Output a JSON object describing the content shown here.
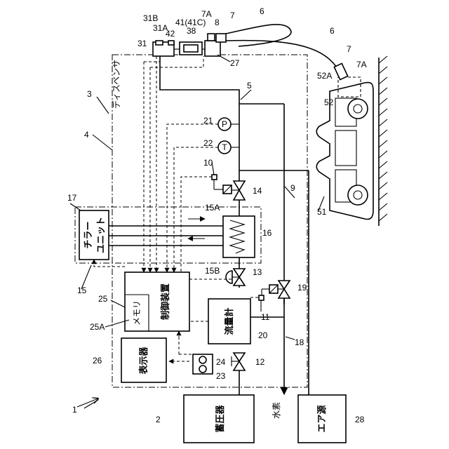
{
  "labels": {
    "n1": "1",
    "n2": "2",
    "n3": "3",
    "n4": "4",
    "n5": "5",
    "n6a": "6",
    "n6b": "6",
    "n7a": "7",
    "n7b": "7",
    "n7Aa": "7A",
    "n7Ab": "7A",
    "n8": "8",
    "n9": "9",
    "n10": "10",
    "n11": "11",
    "n12": "12",
    "n13": "13",
    "n14": "14",
    "n15": "15",
    "n15A": "15A",
    "n15B": "15B",
    "n16": "16",
    "n17": "17",
    "n18": "18",
    "n19": "19",
    "n20": "20",
    "n21": "21",
    "n22": "22",
    "n23": "23",
    "n24": "24",
    "n25": "25",
    "n25A": "25A",
    "n26": "26",
    "n27": "27",
    "n28": "28",
    "n31": "31",
    "n31A": "31A",
    "n31B": "31B",
    "n38": "38",
    "n41": "41(41C)",
    "n42": "42",
    "n51": "51",
    "n52": "52",
    "n52A": "52A",
    "P": "P",
    "T": "T"
  },
  "components": {
    "dispenser": "ディスペンサ",
    "chiller_line1": "チラー",
    "chiller_line2": "ユニット",
    "controller": "制御装置",
    "memory": "メモリ",
    "flowmeter": "流量計",
    "display": "表示器",
    "accumulator": "蓄圧器",
    "air_source": "エア源",
    "hydrogen": "水素"
  }
}
